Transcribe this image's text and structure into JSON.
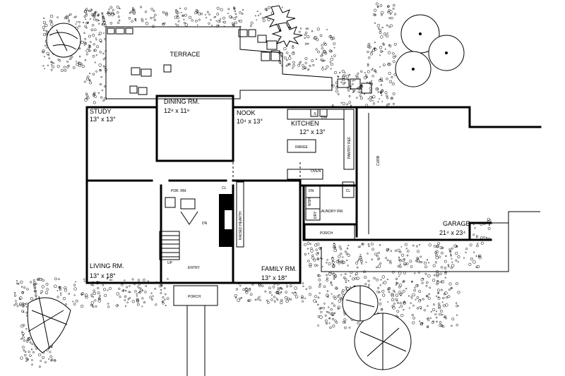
{
  "rooms": {
    "terrace": "TERRACE",
    "study_name": "STUDY",
    "study_size": "13° x 13°",
    "dining_name": "DINING RM.",
    "dining_size": "12⁸ x 11⁸",
    "nook_name": "NOOK",
    "nook_size": "10⁴ x 13°",
    "kitchen_name": "KITCHEN",
    "kitchen_size": "12° x 13°",
    "range": "RANGE",
    "pwdr": "PDR. RM.",
    "living_name": "LIVING RM.",
    "living_size": "13° x 18°",
    "entry": "ENTRY",
    "family_name": "FAMILY RM.",
    "family_size": "13° x 18°",
    "laundry": "LAUNDRY RM.",
    "porch_side": "PORCH",
    "porch_front": "PORCH",
    "garage_name": "GARAGE",
    "garage_size": "21⁴ x 23⁴",
    "raised_hearth": "RAISED HEARTH",
    "curb": "CURB",
    "pantry": "PANTRY REF.",
    "oven": "OVEN",
    "cl_entry": "CL",
    "cl_laundry": "CL",
    "up": "UP",
    "dn": "DN",
    "sink": "S",
    "dw": "DW",
    "dn_kitchen": "DN",
    "wash": "WSH",
    "dryer": "DRY"
  }
}
